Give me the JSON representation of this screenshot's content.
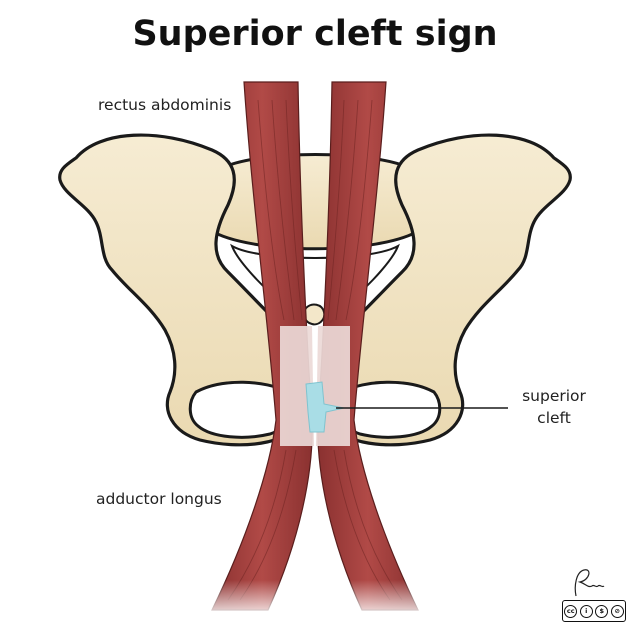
{
  "title": "Superior cleft sign",
  "labels": {
    "rectus": "rectus abdominis",
    "adductor": "adductor longus",
    "cleft_line1": "superior",
    "cleft_line2": "cleft"
  },
  "license_badge": {
    "items": [
      "cc",
      "by",
      "nc",
      "sa"
    ],
    "letters": [
      "cc",
      "i",
      "$",
      "⊘"
    ]
  },
  "colors": {
    "bone": "#f3e7c9",
    "bone_shade": "#ded0a8",
    "muscle": "#a8413f",
    "muscle_dark": "#7e2b2a",
    "tendon": "#e9d4d2",
    "cleft": "#a9dde6",
    "outline": "#1a1a1a"
  },
  "icons": {
    "signature": "artist-signature-icon",
    "license": "creative-commons-icon"
  }
}
